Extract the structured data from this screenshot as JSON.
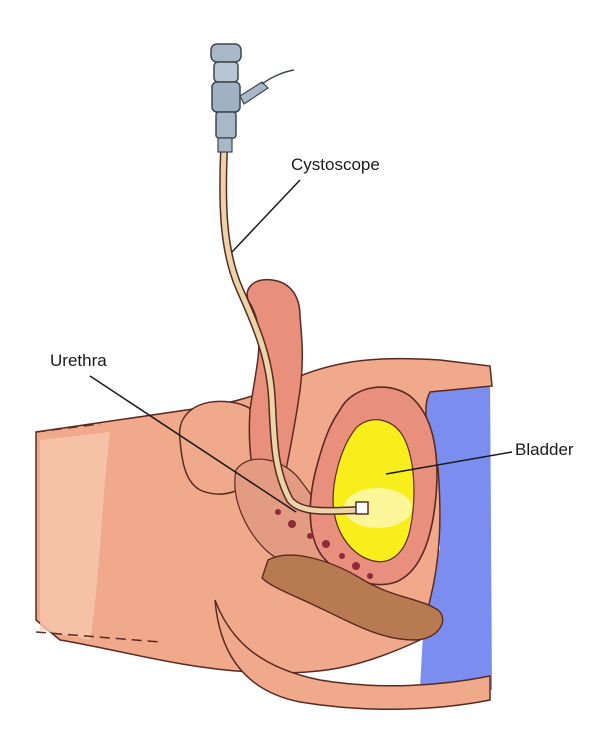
{
  "labels": {
    "cystoscope": "Cystoscope",
    "urethra": "Urethra",
    "bladder": "Bladder"
  },
  "colors": {
    "background": "#ffffff",
    "skin": "#f0a98a",
    "skin_light": "#f6c8ae",
    "tissue_dark": "#d77f6c",
    "outline": "#5a2a22",
    "bladder_wall": "#e98f7d",
    "urine": "#f7ee1c",
    "blue_cavity": "#7b8ef0",
    "rectum": "#b87a50",
    "scope_metal": "#a9b8c6",
    "scope_tube": "#e9d5a9",
    "vessel": "#8e2a3a"
  }
}
